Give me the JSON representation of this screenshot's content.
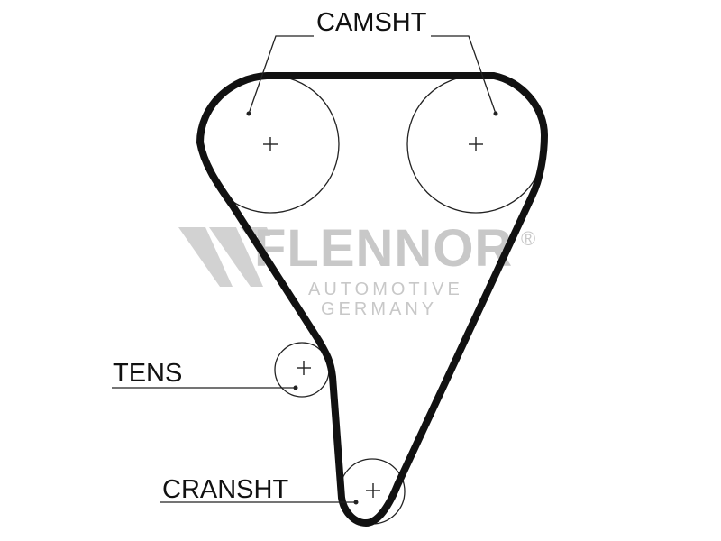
{
  "labels": {
    "camshaft": "CAMSHT",
    "tensioner": "TENS",
    "crankshaft": "CRANSHT"
  },
  "watermark": {
    "brand": "FLENNOR",
    "registered": "®",
    "line1": "AUTOMOTIVE",
    "line2": "GERMANY",
    "color": "#c8c8c8"
  },
  "colors": {
    "belt": "#111111",
    "line": "#222222",
    "background": "#ffffff"
  }
}
